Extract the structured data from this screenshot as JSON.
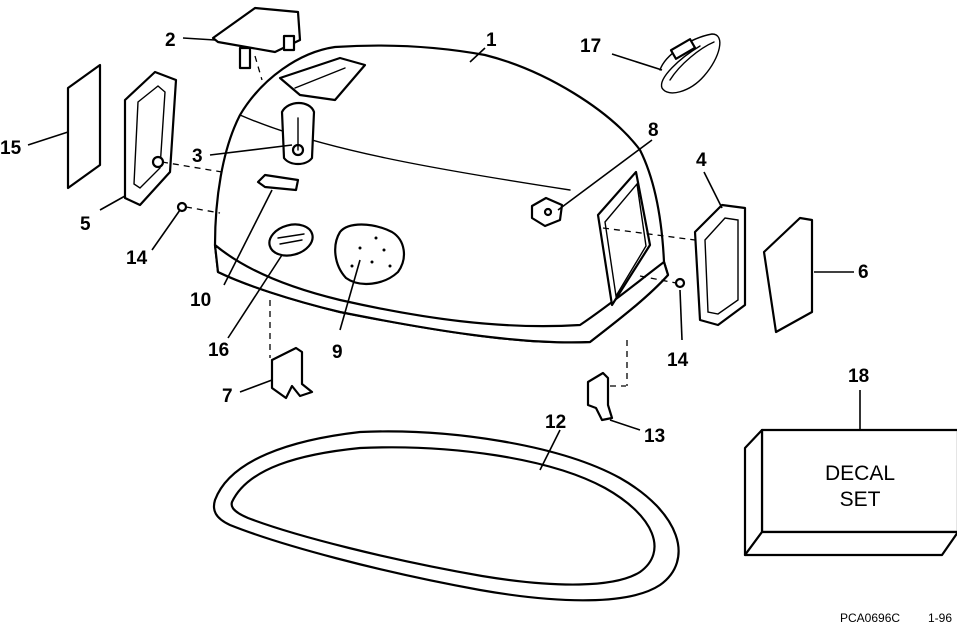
{
  "callouts": {
    "c1": "1",
    "c2": "2",
    "c3": "3",
    "c4": "4",
    "c5": "5",
    "c6": "6",
    "c7": "7",
    "c8": "8",
    "c9": "9",
    "c10": "10",
    "c12": "12",
    "c13": "13",
    "c14a": "14",
    "c14b": "14",
    "c15": "15",
    "c16": "16",
    "c17": "17",
    "c18": "18"
  },
  "decal_box": {
    "line1": "DECAL",
    "line2": "SET"
  },
  "footer": {
    "code": "PCA0696C",
    "date": "1-96"
  }
}
